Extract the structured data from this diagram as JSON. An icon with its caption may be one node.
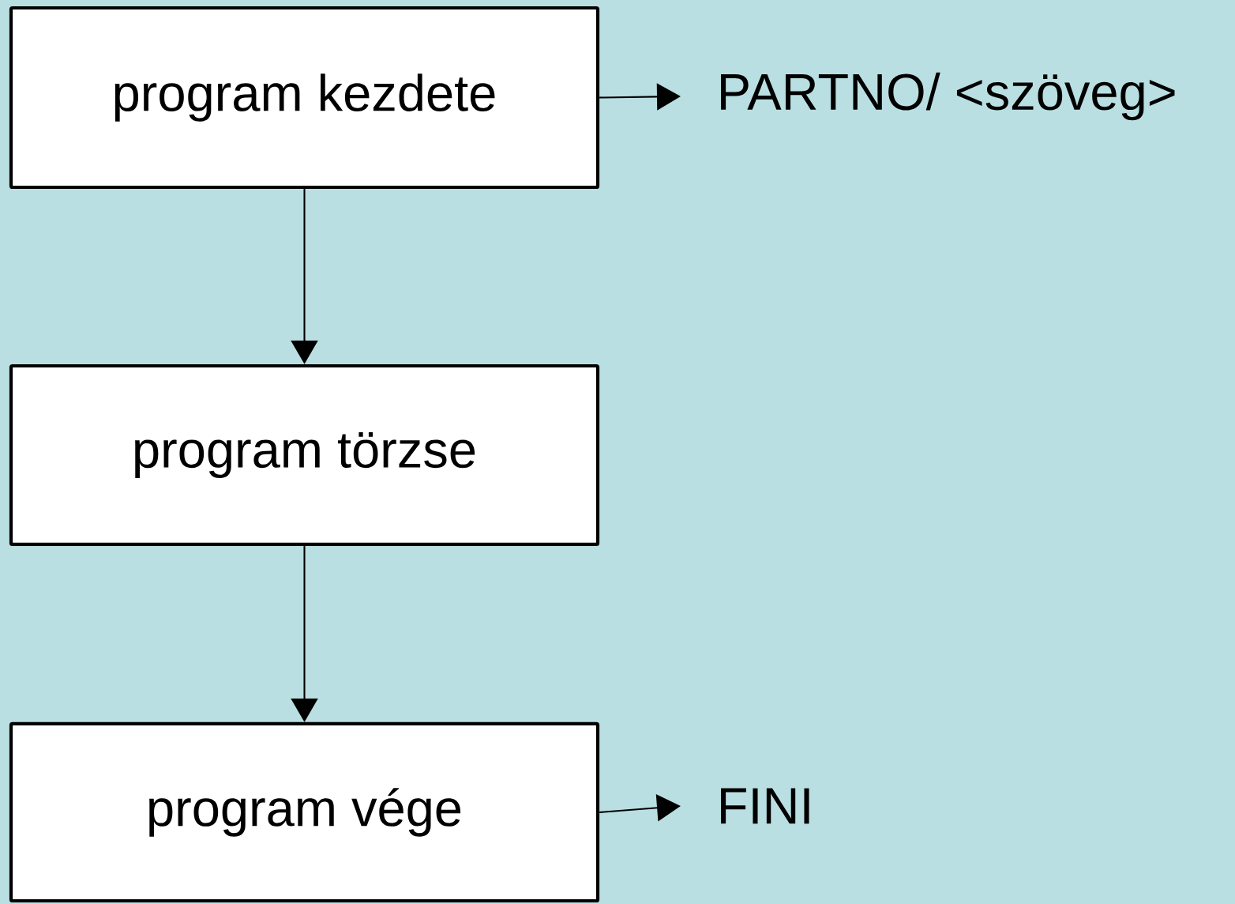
{
  "diagram": {
    "nodes": [
      {
        "text": [
          "program kezdete"
        ]
      },
      {
        "text": [
          "program törzse"
        ]
      },
      {
        "text": [
          "program vége"
        ]
      },
      {
        "text": [
          "PARTNO/ <szöveg>"
        ]
      },
      {
        "text": [
          "FINI"
        ]
      }
    ],
    "edges": [
      {
        "from": 0,
        "to": 1,
        "arrow": "to"
      },
      {
        "from": 1,
        "to": 2,
        "arrow": "to"
      },
      {
        "from": 0,
        "to": 3,
        "arrow": "to"
      },
      {
        "from": 2,
        "to": 4,
        "arrow": "to"
      }
    ]
  }
}
